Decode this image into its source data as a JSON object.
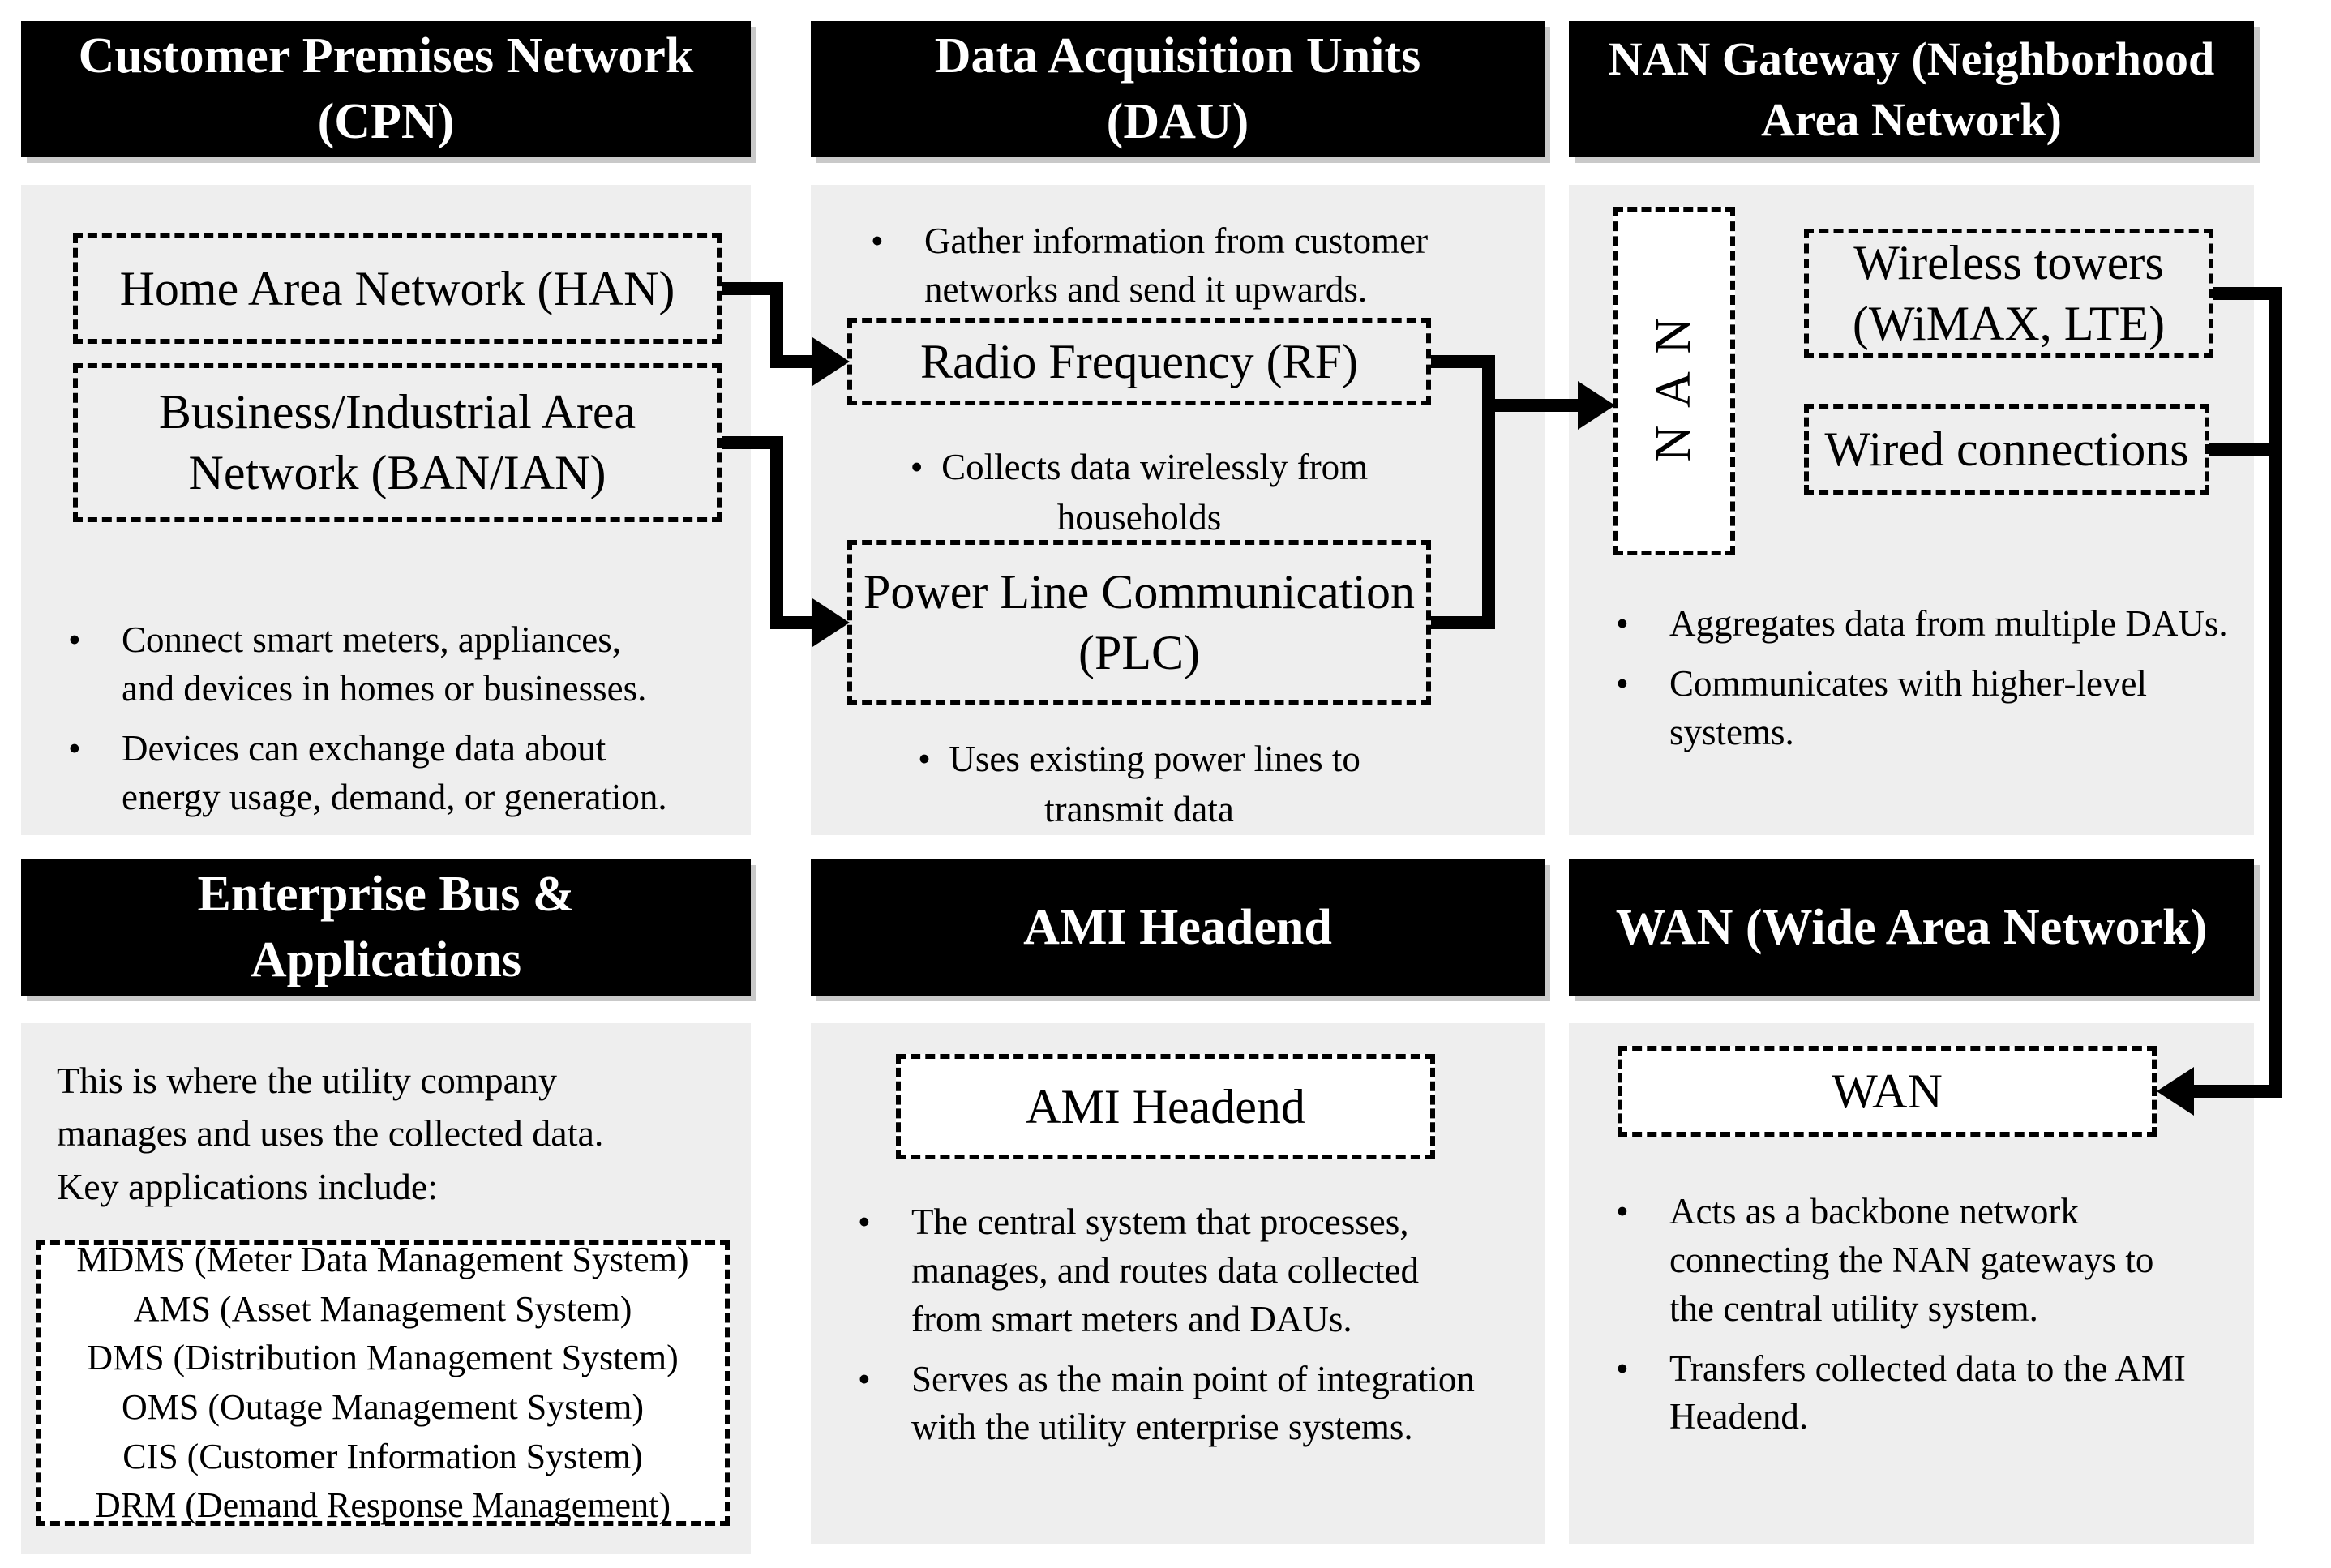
{
  "colors": {
    "header_bg": "#000000",
    "header_text": "#ffffff",
    "panel_bg": "#eeeeee",
    "box_fill_white": "#ffffff",
    "line": "#000000"
  },
  "cpn": {
    "header": "Customer Premises Network\n(CPN)",
    "han_box": "Home Area Network (HAN)",
    "ban_box": "Business/Industrial Area\nNetwork (BAN/IAN)",
    "bullets": [
      "Connect smart meters, appliances,\nand devices in homes or businesses.",
      "Devices can exchange data about\nenergy usage, demand, or generation."
    ]
  },
  "dau": {
    "header": "Data Acquisition Units\n(DAU)",
    "intro_bullet": "Gather information from customer\nnetworks and send it upwards.",
    "rf_box": "Radio Frequency (RF)",
    "rf_bullet": "Collects data wirelessly from\nhouseholds",
    "plc_box": "Power Line Communication\n(PLC)",
    "plc_bullet": "Uses existing power lines to\ntransmit data"
  },
  "nan": {
    "header": "NAN Gateway (Neighborhood\nArea Network)",
    "nan_box": "NAN",
    "wireless_box": "Wireless towers\n(WiMAX, LTE)",
    "wired_box": "Wired connections",
    "bullets": [
      "Aggregates data from multiple DAUs.",
      "Communicates with higher-level\nsystems."
    ]
  },
  "enterprise": {
    "header": "Enterprise Bus &\nApplications",
    "intro": "This is where the utility company\nmanages and uses the collected data.\nKey applications include:",
    "apps": [
      "MDMS (Meter Data Management System)",
      "AMS (Asset Management System)",
      "DMS (Distribution Management System)",
      "OMS (Outage Management System)",
      "CIS (Customer Information System)",
      "DRM (Demand Response Management)"
    ]
  },
  "ami": {
    "header": "AMI Headend",
    "box": "AMI Headend",
    "bullets": [
      "The central system that processes,\nmanages, and routes data collected\nfrom smart meters and DAUs.",
      "Serves as the main point of integration\nwith the utility enterprise systems."
    ]
  },
  "wan": {
    "header": "WAN (Wide Area Network)",
    "box": "WAN",
    "bullets": [
      "Acts as a backbone network\nconnecting the NAN gateways to\nthe central utility system.",
      "Transfers collected data to the AMI\nHeadend."
    ]
  }
}
